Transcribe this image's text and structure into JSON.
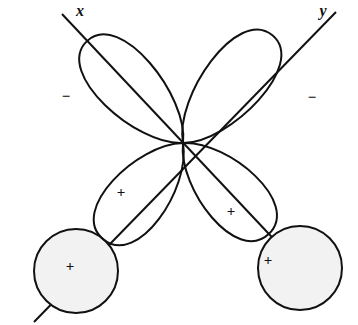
{
  "diagram": {
    "labels": [
      "x",
      "y",
      "−",
      "−",
      "+",
      "+",
      "+",
      "+"
    ]
  }
}
